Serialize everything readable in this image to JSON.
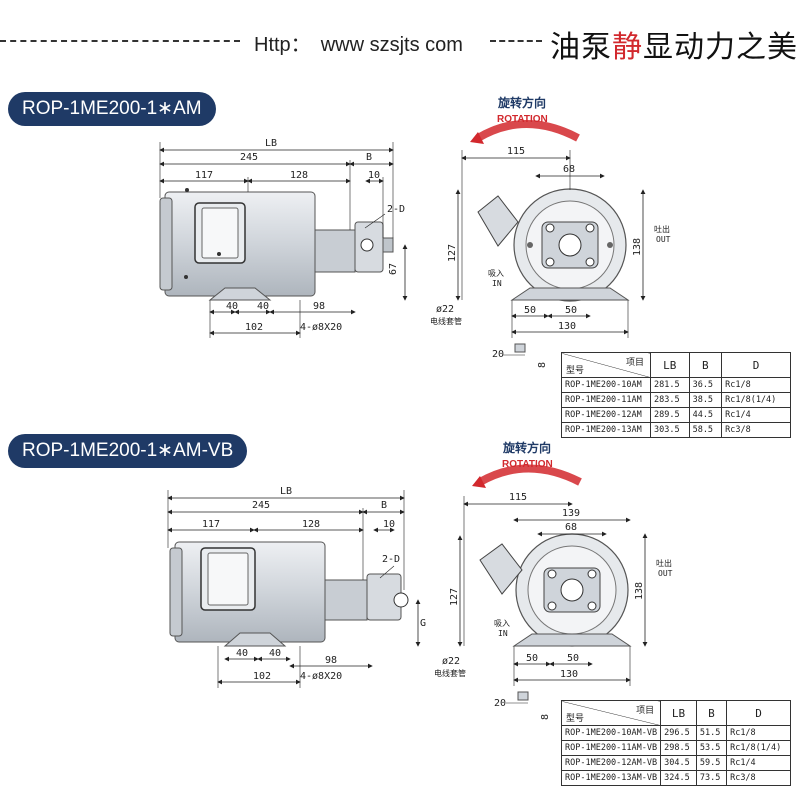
{
  "header": {
    "url_label": "Http：",
    "url": "www szsjts com",
    "slogan_pre": "油泵",
    "slogan_highlight": "静",
    "slogan_post": "显动力之美"
  },
  "sections": [
    {
      "title": "ROP-1ME200-1∗AM",
      "rotation_cn": "旋转方向",
      "rotation_en": "ROTATION",
      "side_dims": {
        "lb": "LB",
        "d245": "245",
        "b": "B",
        "d117": "117",
        "d128": "128",
        "d10": "10",
        "d2d": "2-D",
        "d67": "67",
        "d40a": "40",
        "d40b": "40",
        "d98": "98",
        "d102": "102",
        "holes": "4-ø8X20"
      },
      "front_dims": {
        "d115": "115",
        "d68": "68",
        "d127": "127",
        "d138": "138",
        "out_cn": "吐出",
        "out_en": "OUT",
        "in_cn": "吸入",
        "in_en": "IN",
        "d22": "ø22",
        "conduit": "电线套管",
        "d50a": "50",
        "d50b": "50",
        "d130": "130",
        "d20": "20",
        "d8": "8"
      },
      "table": {
        "h_item": "项目",
        "h_model": "型号",
        "h_lb": "LB",
        "h_b": "B",
        "h_d": "D",
        "rows": [
          {
            "model": "ROP-1ME200-10AM",
            "lb": "281.5",
            "b": "36.5",
            "d": "Rc1/8"
          },
          {
            "model": "ROP-1ME200-11AM",
            "lb": "283.5",
            "b": "38.5",
            "d": "Rc1/8(1/4)"
          },
          {
            "model": "ROP-1ME200-12AM",
            "lb": "289.5",
            "b": "44.5",
            "d": "Rc1/4"
          },
          {
            "model": "ROP-1ME200-13AM",
            "lb": "303.5",
            "b": "58.5",
            "d": "Rc3/8"
          }
        ]
      }
    },
    {
      "title": "ROP-1ME200-1∗AM-VB",
      "rotation_cn": "旋转方向",
      "rotation_en": "ROTATION",
      "side_dims": {
        "lb": "LB",
        "d245": "245",
        "b": "B",
        "d117": "117",
        "d128": "128",
        "d10": "10",
        "d2d": "2-D",
        "g": "G",
        "d40a": "40",
        "d40b": "40",
        "d98": "98",
        "d102": "102",
        "holes": "4-ø8X20"
      },
      "front_dims": {
        "d115": "115",
        "d139": "139",
        "d68": "68",
        "d127": "127",
        "d138": "138",
        "out_cn": "吐出",
        "out_en": "OUT",
        "in_cn": "吸入",
        "in_en": "IN",
        "d22": "ø22",
        "conduit": "电线套管",
        "d50a": "50",
        "d50b": "50",
        "d130": "130",
        "d20": "20",
        "d8": "8"
      },
      "table": {
        "h_item": "项目",
        "h_model": "型号",
        "h_lb": "LB",
        "h_b": "B",
        "h_d": "D",
        "rows": [
          {
            "model": "ROP-1ME200-10AM-VB",
            "lb": "296.5",
            "b": "51.5",
            "d": "Rc1/8"
          },
          {
            "model": "ROP-1ME200-11AM-VB",
            "lb": "298.5",
            "b": "53.5",
            "d": "Rc1/8(1/4)"
          },
          {
            "model": "ROP-1ME200-12AM-VB",
            "lb": "304.5",
            "b": "59.5",
            "d": "Rc1/4"
          },
          {
            "model": "ROP-1ME200-13AM-VB",
            "lb": "324.5",
            "b": "73.5",
            "d": "Rc3/8"
          }
        ]
      }
    }
  ],
  "colors": {
    "badge": "#1f3a66",
    "accent": "#d2282d",
    "motor": "#d9dde2",
    "motor_dark": "#a9b0b8"
  }
}
